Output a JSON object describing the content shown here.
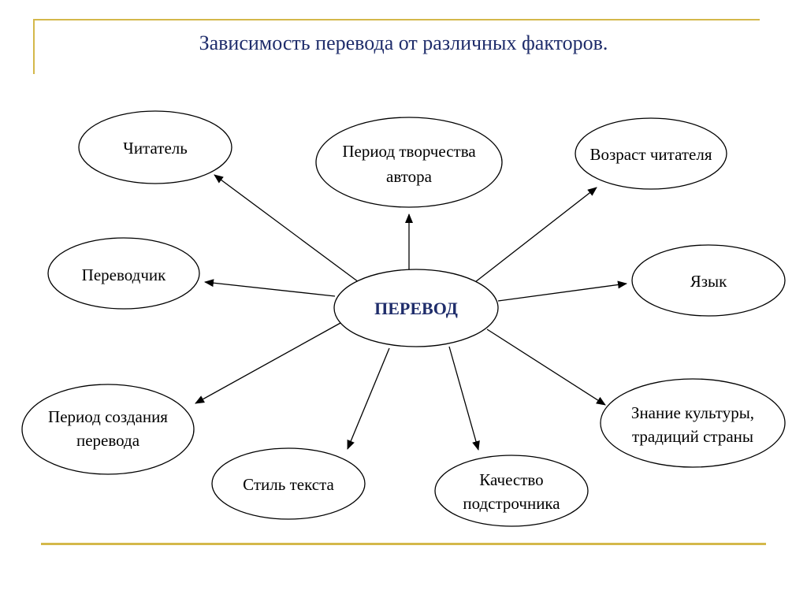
{
  "title": "Зависимость перевода от различных факторов.",
  "colors": {
    "accent_line": "#D4B84A",
    "title_text": "#1F2D6B"
  },
  "center": {
    "label": "ПЕРЕВОД"
  },
  "nodes": [
    {
      "id": "chitatel",
      "lines": [
        "Читатель"
      ]
    },
    {
      "id": "period-tvorchestva",
      "lines": [
        "Период творчества",
        "автора"
      ]
    },
    {
      "id": "vozrast-chitatelya",
      "lines": [
        "Возраст читателя"
      ]
    },
    {
      "id": "perevodchik",
      "lines": [
        "Переводчик"
      ]
    },
    {
      "id": "yazyk",
      "lines": [
        "Язык"
      ]
    },
    {
      "id": "period-sozdaniya",
      "lines": [
        "Период создания",
        "перевода"
      ]
    },
    {
      "id": "znanie-kultury",
      "lines": [
        "Знание культуры,",
        "традиций страны"
      ]
    },
    {
      "id": "stil-teksta",
      "lines": [
        "Стиль текста"
      ]
    },
    {
      "id": "kachestvo-podstrochnika",
      "lines": [
        "Качество",
        "подстрочника"
      ]
    }
  ]
}
